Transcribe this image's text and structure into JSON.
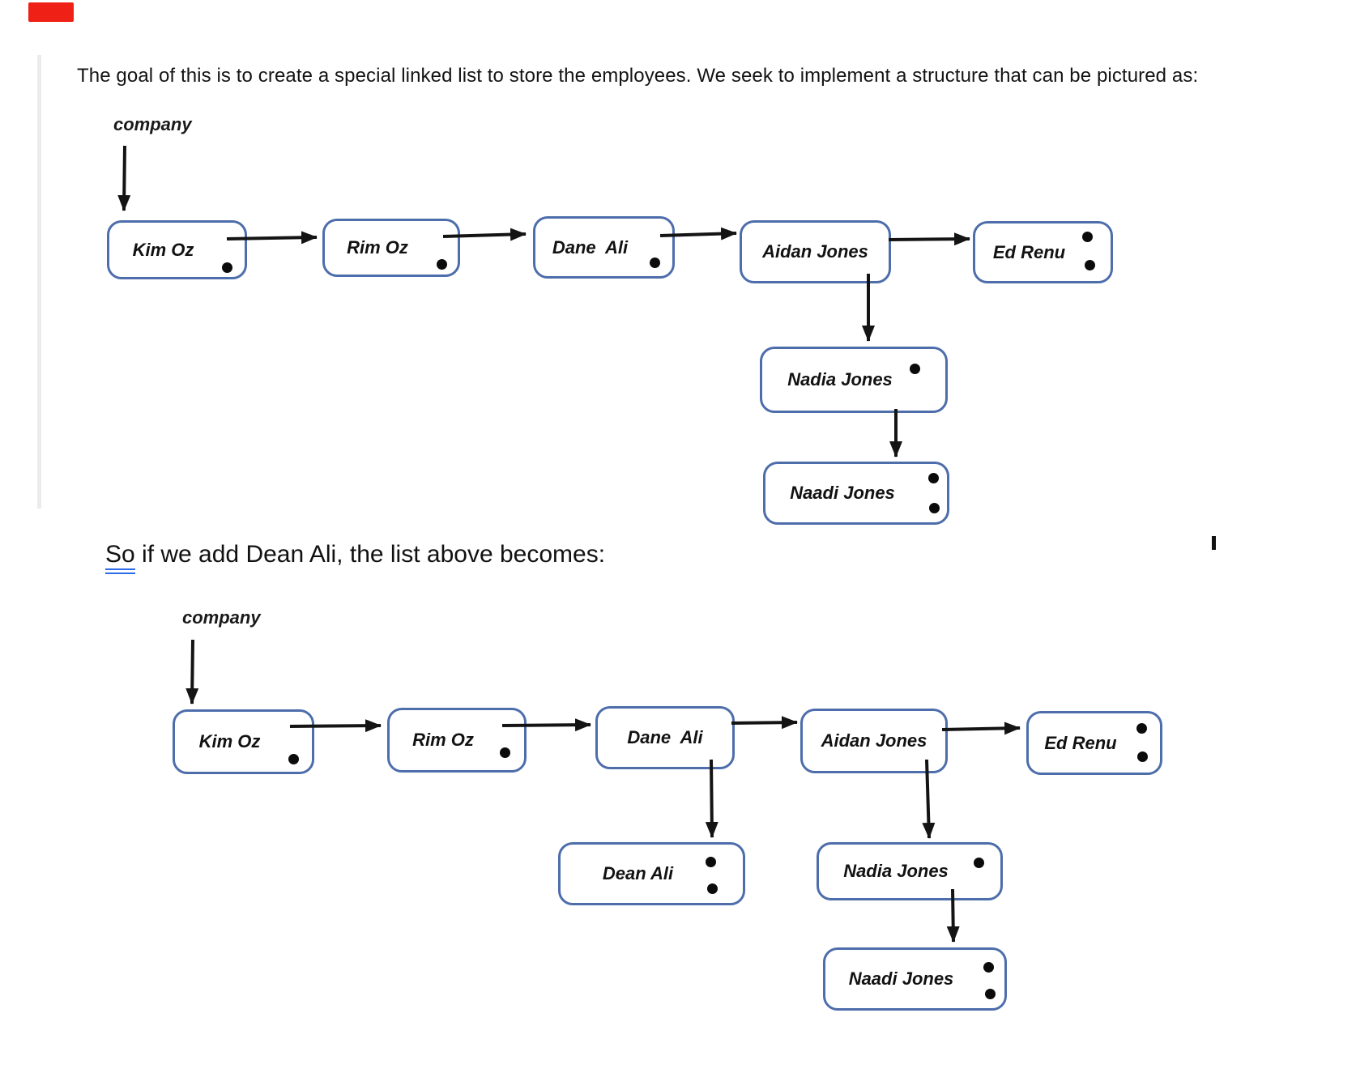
{
  "page": {
    "title": "The goal of this is to create a special linked list to store the employees. We seek to implement a structure that can be pictured as:",
    "subtitle_word": "So",
    "subtitle_rest": " if we add Dean Ali, the list above becomes:"
  },
  "colors": {
    "box_border": "#4d6dab",
    "arrow": "#141414",
    "dot": "#0b0b0b",
    "grammar_underline": "#2e6be6",
    "red_mark": "#ef2016"
  },
  "diagram1": {
    "pointer_label": "company",
    "nodes": [
      {
        "label": "Kim Oz"
      },
      {
        "label": "Rim Oz"
      },
      {
        "label": "Dane  Ali"
      },
      {
        "label": "Aidan Jones"
      },
      {
        "label": "Ed Renu"
      },
      {
        "label": "Nadia Jones"
      },
      {
        "label": "Naadi Jones"
      }
    ]
  },
  "diagram2": {
    "pointer_label": "company",
    "nodes": [
      {
        "label": "Kim Oz"
      },
      {
        "label": "Rim Oz"
      },
      {
        "label": "Dane  Ali"
      },
      {
        "label": "Aidan Jones"
      },
      {
        "label": "Ed Renu"
      },
      {
        "label": "Dean Ali"
      },
      {
        "label": "Nadia Jones"
      },
      {
        "label": "Naadi Jones"
      }
    ]
  }
}
